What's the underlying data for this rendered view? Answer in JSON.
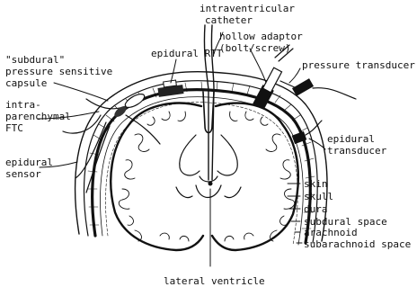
{
  "labels": {
    "intraventricular_catheter_1": "intraventricular",
    "intraventricular_catheter_2": "catheter",
    "hollow_adaptor_1": "hollow adaptor",
    "hollow_adaptor_2": "(bolt/screw)",
    "epidural_rtt": "epidural RTT",
    "subdural_capsule_1": "\"subdural\"",
    "subdural_capsule_2": "pressure sensitive",
    "subdural_capsule_3": "capsule",
    "pressure_transducer": "pressure transducer",
    "intraparenchymal_1": "intra-",
    "intraparenchymal_2": "parenchymal",
    "intraparenchymal_3": "FTC",
    "epidural_transducer_1": "epidural",
    "epidural_transducer_2": "transducer",
    "epidural_sensor_1": "epidural",
    "epidural_sensor_2": "sensor",
    "layer_skin": "skin",
    "layer_skull": "skull",
    "layer_dura": "dura",
    "layer_subdural": "subdural space",
    "layer_arachnoid": "arachnoid",
    "layer_subarachnoid": "subarachnoid space",
    "lateral_ventricle": "lateral ventricle"
  }
}
